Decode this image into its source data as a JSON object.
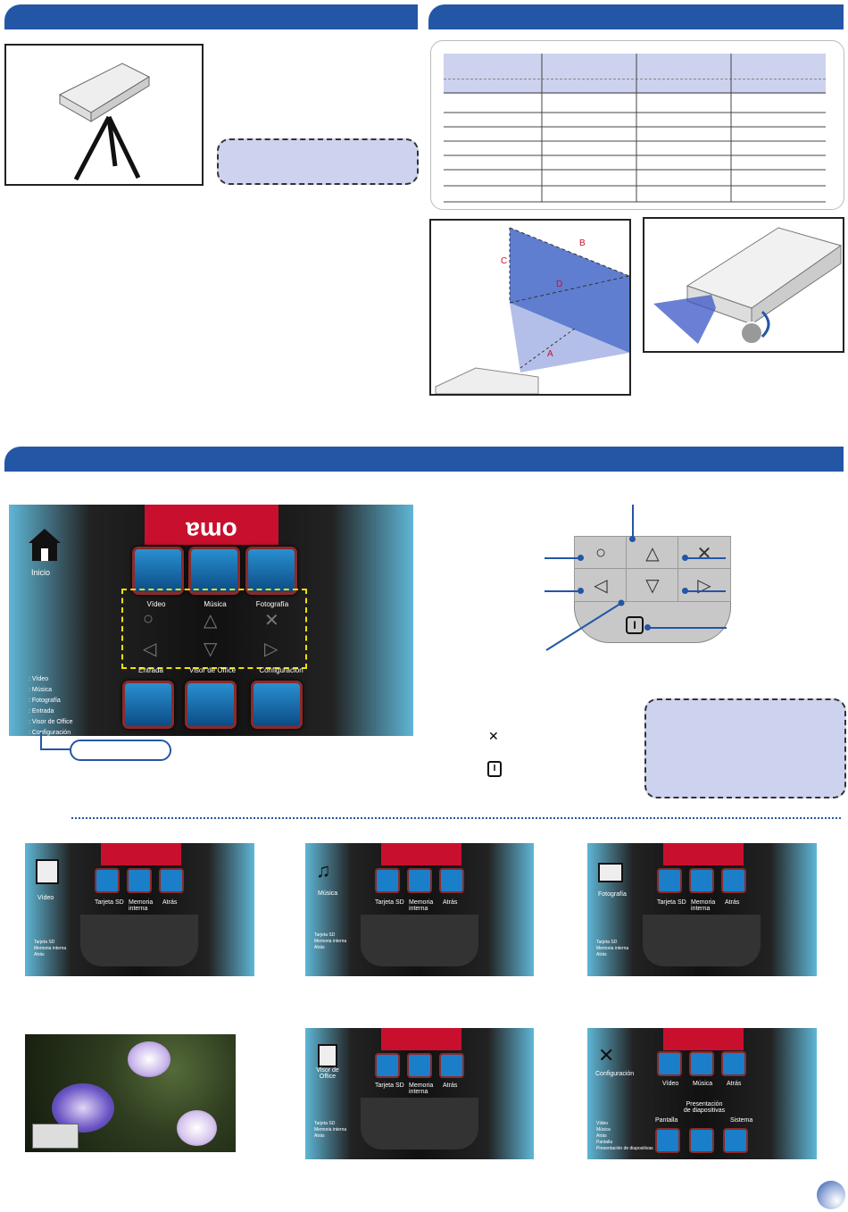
{
  "main_menu": {
    "home_label": "Inicio",
    "top_items": [
      "Vídeo",
      "Música",
      "Fotografía"
    ],
    "bottom_items": [
      "Entrada",
      "Visor de Office",
      "Configuración"
    ],
    "legend": [
      ": Vídeo",
      ": Música",
      ": Fotografía",
      ": Entrada",
      ": Visor de Office",
      ": Configuración"
    ],
    "brand_text": "oma"
  },
  "submenus": {
    "video": {
      "side_label": "Vídeo",
      "items": [
        "Tarjeta SD",
        "Memoria interna",
        "Atrás"
      ],
      "legend": [
        "Tarjeta SD",
        "Memoria interna",
        "Atrás"
      ]
    },
    "music": {
      "side_label": "Música",
      "items": [
        "Tarjeta SD",
        "Memoria interna",
        "Atrás"
      ],
      "legend": [
        "Tarjeta SD",
        "Memoria interna",
        "Atrás"
      ]
    },
    "photo": {
      "side_label": "Fotografía",
      "items": [
        "Tarjeta SD",
        "Memoria interna",
        "Atrás"
      ],
      "legend": [
        "Tarjeta SD",
        "Memoria interna",
        "Atrás"
      ]
    },
    "office": {
      "side_label": "Visor de Office",
      "items": [
        "Tarjeta SD",
        "Memoria interna",
        "Atrás"
      ],
      "legend": [
        "Tarjeta SD",
        "Memoria interna",
        "Atrás"
      ]
    },
    "settings": {
      "side_label": "Configuración",
      "items": [
        "Vídeo",
        "Música",
        "Atrás"
      ],
      "bottom_items": [
        "Pantalla",
        "Presentación de diapositivas",
        "Sistema"
      ],
      "legend": [
        "Vídeo",
        "Música",
        "Atrás",
        "Pantalla",
        "Presentación de diapositivas"
      ]
    }
  },
  "diagram_labels": {
    "a": "A",
    "b": "B",
    "c": "C",
    "d": "D"
  },
  "keypad": {
    "circle": "○",
    "up": "△",
    "cross": "✕",
    "left": "◁",
    "down": "▽",
    "right": "▷",
    "power": "I"
  },
  "colors": {
    "accent": "#2456a6",
    "brand_red": "#c8102e",
    "note_fill": "#cdd2ee"
  },
  "page_icons": {
    "cross_symbol": "✕",
    "power_symbol": "I"
  }
}
